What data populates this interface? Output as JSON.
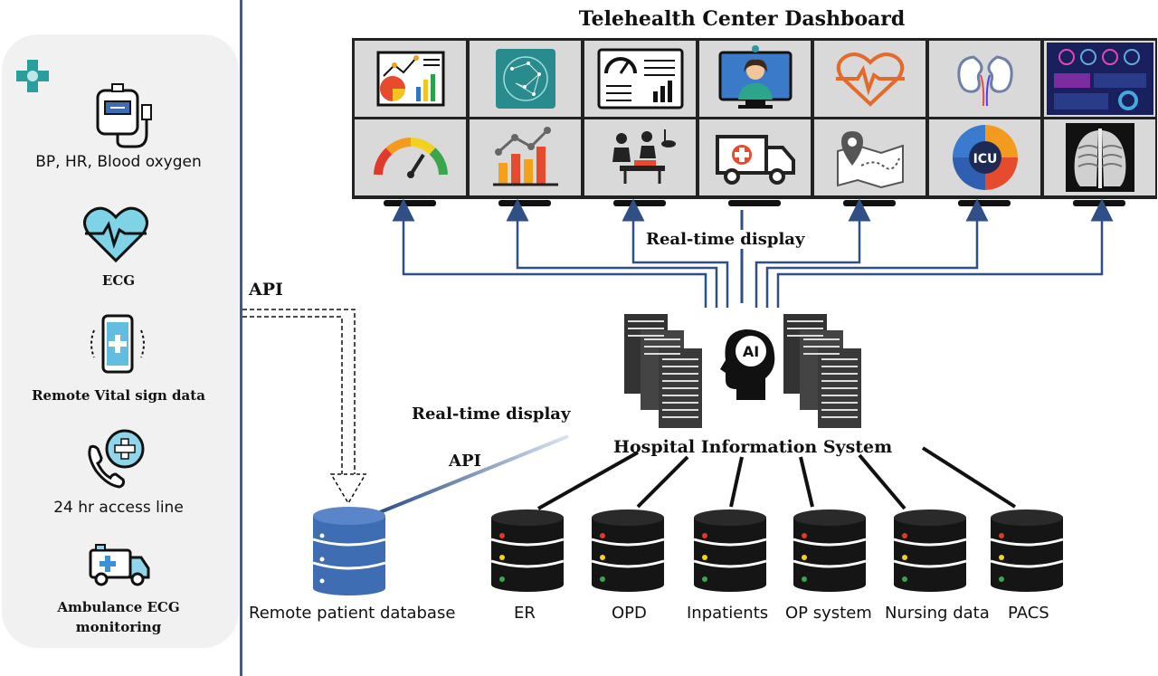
{
  "dashboard": {
    "title": "Telehealth Center Dashboard",
    "realtime_label": "Real-time display"
  },
  "left_panel": {
    "items": [
      {
        "label": "BP, HR, Blood oxygen",
        "icon": "iv-bag-icon"
      },
      {
        "label": "ECG",
        "icon": "heart-ecg-icon"
      },
      {
        "label": "Remote Vital sign data",
        "icon": "smartphone-icon"
      },
      {
        "label": "24 hr access line",
        "icon": "phone-plus-icon"
      },
      {
        "label": "Ambulance ECG monitoring",
        "icon": "ambulance-icon"
      }
    ]
  },
  "connections": {
    "api_top": "API",
    "api_bottom": "API",
    "realtime_left": "Real-time display"
  },
  "his": {
    "label": "Hospital Information System",
    "ai_label": "AI"
  },
  "databases": [
    {
      "label": "Remote patient database"
    },
    {
      "label": "ER"
    },
    {
      "label": "OPD"
    },
    {
      "label": "Inpatients"
    },
    {
      "label": "OP system"
    },
    {
      "label": "Nursing data"
    },
    {
      "label": "PACS"
    }
  ],
  "monitor_tiles": {
    "row1": [
      "analytics-chart-icon",
      "network-globe-icon",
      "gauge-report-icon",
      "video-consult-icon",
      "heart-rate-icon",
      "kidneys-icon",
      "dashboard-panel-icon"
    ],
    "row2": [
      "speedometer-icon",
      "bar-trend-icon",
      "surgery-icon",
      "ambulance-van-icon",
      "map-pin-icon",
      "icu-icon",
      "chest-xray-icon"
    ],
    "icu_text": "ICU"
  },
  "colors": {
    "accent_blue": "#2f4f86",
    "db_blue": "#3f6db3",
    "db_black": "#151515",
    "teal": "#1f9a9e"
  }
}
